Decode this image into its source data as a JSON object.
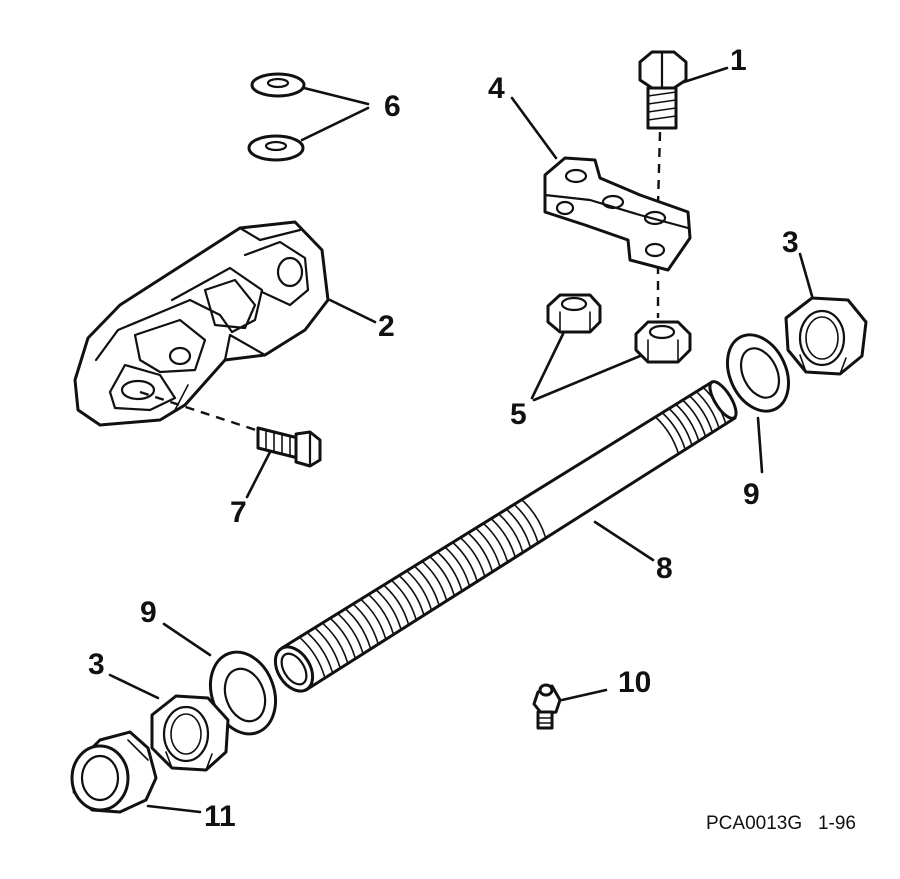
{
  "callouts": {
    "c1": "1",
    "c2": "2",
    "c3a": "3",
    "c3b": "3",
    "c4": "4",
    "c5": "5",
    "c6": "6",
    "c7": "7",
    "c8": "8",
    "c9a": "9",
    "c9b": "9",
    "c10": "10",
    "c11": "11"
  },
  "figure_code": "PCA0013G   1-96",
  "ink_color": "#111111"
}
